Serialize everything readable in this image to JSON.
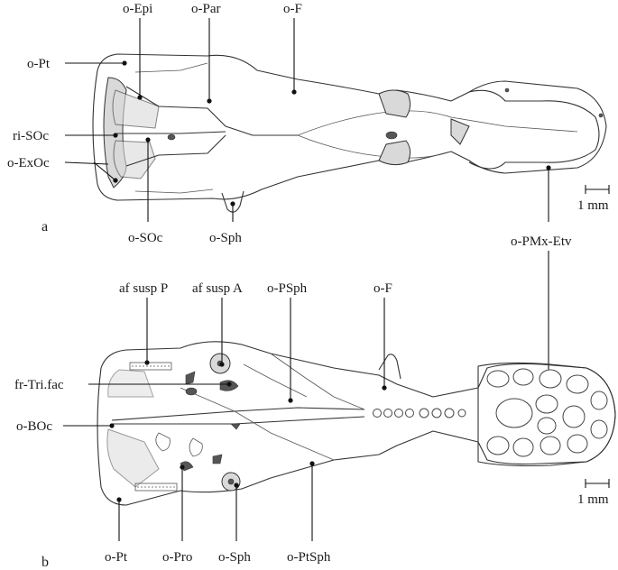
{
  "panels": {
    "a": "a",
    "b": "b"
  },
  "scale_bar_label": "1 mm",
  "labels_a": {
    "o_epi": "o-Epi",
    "o_par": "o-Par",
    "o_f": "o-F",
    "o_pt": "o-Pt",
    "ri_soc": "ri-SOc",
    "o_exoc": "o-ExOc",
    "o_soc": "o-SOc",
    "o_sph": "o-Sph",
    "o_pmx_etv": "o-PMx-Etv"
  },
  "labels_b": {
    "af_susp_p": "af susp P",
    "af_susp_a": "af susp A",
    "o_psph": "o-PSph",
    "o_f": "o-F",
    "fr_tri_fac": "fr-Tri.fac",
    "o_boc": "o-BOc",
    "o_pt": "o-Pt",
    "o_pro": "o-Pro",
    "o_sph": "o-Sph",
    "o_ptsph": "o-PtSph"
  }
}
